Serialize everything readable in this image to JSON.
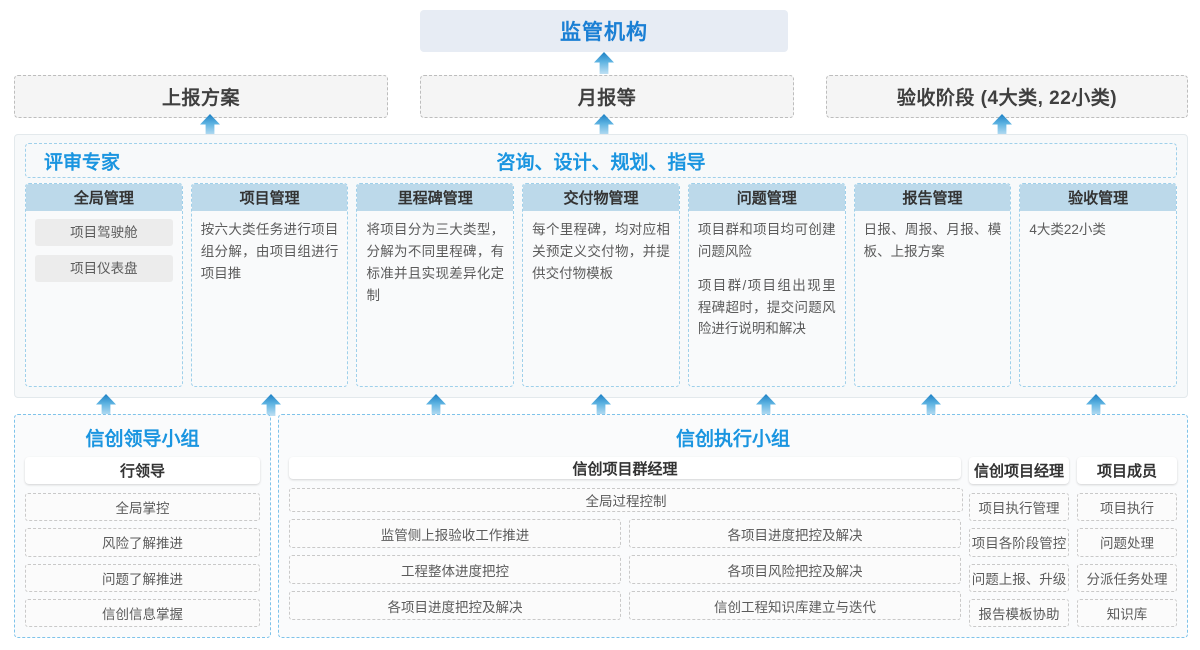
{
  "regulator": {
    "label": "监管机构"
  },
  "reports": [
    {
      "label": "上报方案"
    },
    {
      "label": "月报等"
    },
    {
      "label": "验收阶段 (4大类, 22小类)"
    }
  ],
  "consult": {
    "left_label": "评审专家",
    "center_label": "咨询、设计、规划、指导",
    "columns": [
      {
        "title": "全局管理",
        "pills": [
          "项目驾驶舱",
          "项目仪表盘"
        ],
        "paragraphs": []
      },
      {
        "title": "项目管理",
        "pills": [],
        "paragraphs": [
          "按六大类任务进行项目组分解，由项目组进行项目推"
        ]
      },
      {
        "title": "里程碑管理",
        "pills": [],
        "paragraphs": [
          "将项目分为三大类型，分解为不同里程碑，有标准并且实现差异化定制"
        ]
      },
      {
        "title": "交付物管理",
        "pills": [],
        "paragraphs": [
          "每个里程碑，均对应相关预定义交付物，并提供交付物模板"
        ]
      },
      {
        "title": "问题管理",
        "pills": [],
        "paragraphs": [
          "项目群和项目均可创建问题风险",
          "项目群/项目组出现里程碑超时，提交问题风险进行说明和解决"
        ]
      },
      {
        "title": "报告管理",
        "pills": [],
        "paragraphs": [
          "日报、周报、月报、模板、上报方案"
        ]
      },
      {
        "title": "验收管理",
        "pills": [],
        "paragraphs": [
          "4大类22小类"
        ]
      }
    ]
  },
  "groups": {
    "leading": {
      "title": "信创领导小组",
      "role": "行领导",
      "tasks": [
        "全局掌控",
        "风险了解推进",
        "问题了解推进",
        "信创信息掌握"
      ]
    },
    "executing": {
      "title": "信创执行小组",
      "program_manager": {
        "role": "信创项目群经理",
        "full_task": "全局过程控制",
        "left_tasks": [
          "监管侧上报验收工作推进",
          "工程整体进度把控",
          "各项目进度把控及解决"
        ],
        "right_tasks": [
          "各项目进度把控及解决",
          "各项目风险把控及解决",
          "信创工程知识库建立与迭代"
        ]
      },
      "project_manager": {
        "role": "信创项目经理",
        "tasks": [
          "项目执行管理",
          "项目各阶段管控",
          "问题上报、升级",
          "报告模板协助"
        ]
      },
      "member": {
        "role": "项目成员",
        "tasks": [
          "项目执行",
          "问题处理",
          "分派任务处理",
          "知识库"
        ]
      }
    }
  },
  "colors": {
    "accent_blue": "#1a95e0",
    "title_blue": "#1a7fd4",
    "header_fill": "#bcd9ea",
    "regulator_fill": "#e7ecf4",
    "arrow_top": "#1b7fc4",
    "arrow_bottom": "#bfe0f3"
  }
}
